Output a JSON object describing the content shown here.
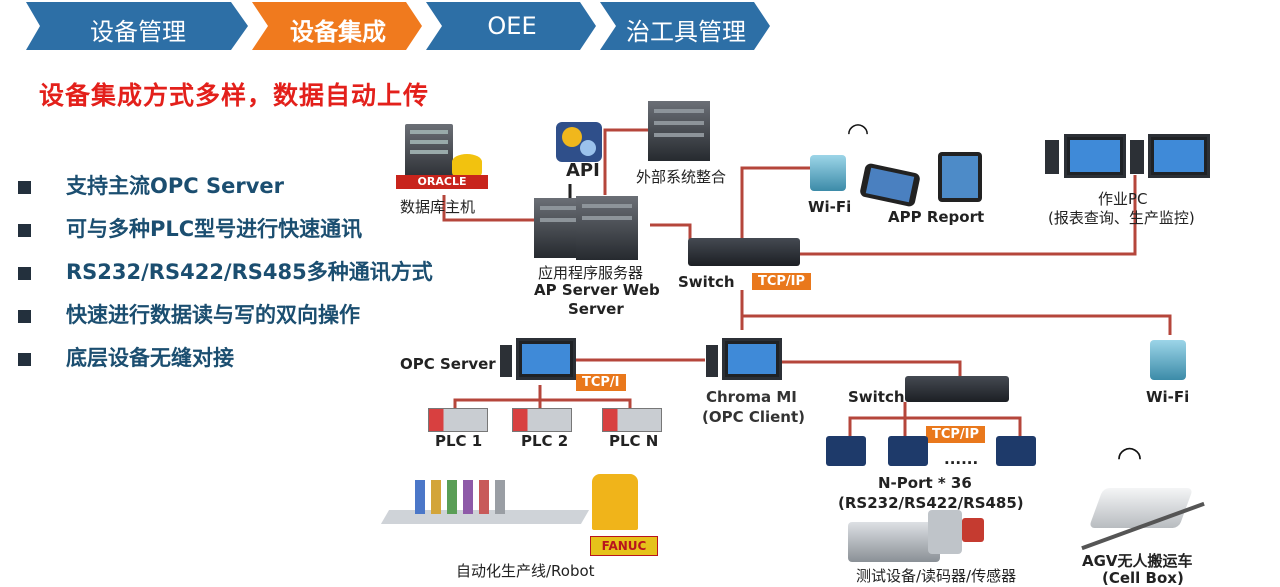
{
  "nav": {
    "tabs": [
      {
        "label": "设备管理",
        "active": false
      },
      {
        "label": "设备集成",
        "active": true
      },
      {
        "label": "OEE",
        "active": false
      },
      {
        "label": "治工具管理",
        "active": false
      }
    ]
  },
  "headline": "设备集成方式多样，数据自动上传",
  "bullets": [
    "支持主流OPC Server",
    "可与多种PLC型号进行快速通讯",
    "RS232/RS422/RS485多种通讯方式",
    "快速进行数据读与写的双向操作",
    "底层设备无缝对接"
  ],
  "diagram": {
    "db_host": "数据库主机",
    "oracle_logo": "ORACLE",
    "api": "API",
    "external": "外部系统整合",
    "app_server": {
      "line1": "应用程序服务器",
      "line2": "AP Server  Web",
      "line3": "Server"
    },
    "switch_top": "Switch",
    "tcpip_top": "TCP/IP",
    "wifi_top": "Wi-Fi",
    "app_report": "APP Report",
    "workpc": {
      "line1": "作业PC",
      "line2": "(报表查询、生产监控)"
    },
    "opc_server": "OPC Server",
    "tcpi": "TCP/I",
    "plcs": [
      "PLC 1",
      "PLC 2",
      "PLC N"
    ],
    "chroma": {
      "line1": "Chroma MI",
      "line2": "(OPC Client)"
    },
    "switch_mid": "Switch",
    "tcpip_mid": "TCP/IP",
    "wifi_right": "Wi-Fi",
    "nport_dots": "......",
    "nport": {
      "line1": "N-Port * 36",
      "line2": "(RS232/RS422/RS485)"
    },
    "production_line": "自动化生产线/Robot",
    "fanuc_logo": "FANUC",
    "test_equipment": "测试设备/读码器/传感器",
    "agv": {
      "line1": "AGV无人搬运车",
      "line2": "(Cell Box)"
    }
  },
  "colors": {
    "tab_blue": "#2d6fa6",
    "tab_active": "#f07a1e",
    "headline_red": "#e3201b",
    "bullet_text": "#1b4e70",
    "network_line": "#b5463b",
    "tag_orange": "#e9781c"
  }
}
